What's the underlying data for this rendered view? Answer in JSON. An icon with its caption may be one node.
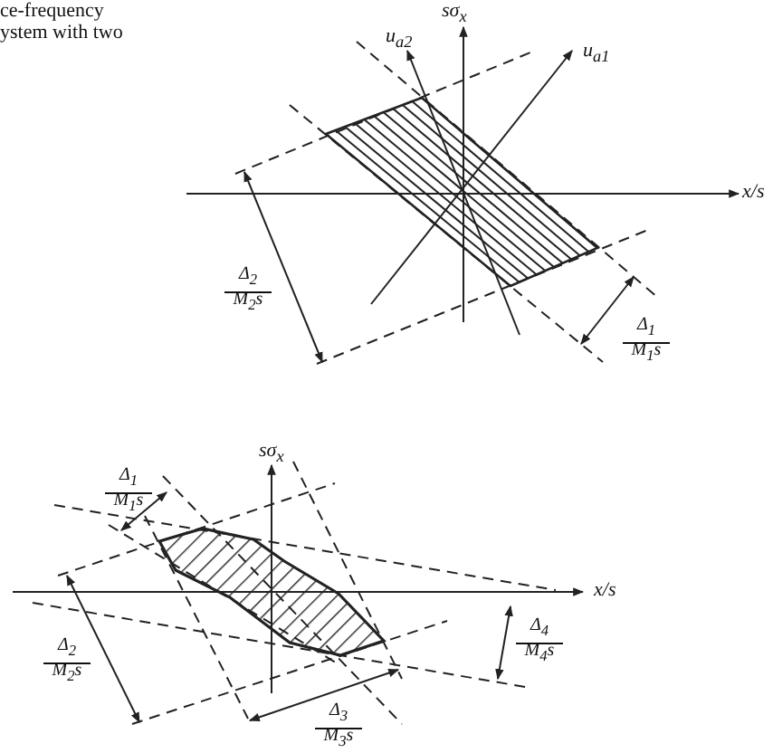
{
  "diagram": {
    "labels": [
      "ce-frequency ystem with two",
      "sσ$_{x}$",
      "u$_{a2}$",
      "u$_{a1}$",
      "x/s",
      "Δ$_{2}$",
      "M$_{2}$s",
      "Δ$_{1}$",
      "M$_{1}$s",
      "sσ$_{x}$",
      "Δ$_{1}$",
      "M$_{1}$s",
      "x/s",
      "Δ$_{4}$",
      "M$_{4}$s",
      "Δ$_{2}$",
      "M$_{2}$s",
      "Δ$_{3}$",
      "M$_{3}$s"
    ]
  }
}
